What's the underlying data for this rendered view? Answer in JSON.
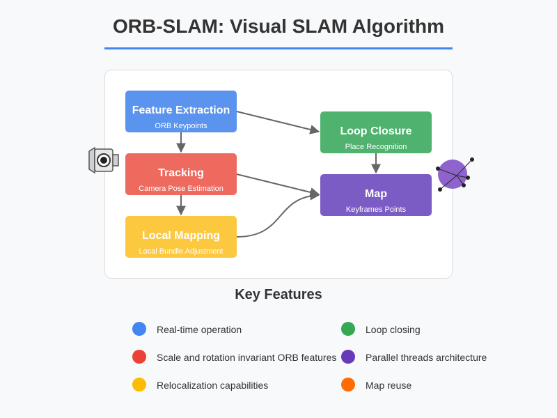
{
  "title": "ORB-SLAM: Visual SLAM Algorithm",
  "colors": {
    "accent": "#4285f4",
    "feature_extraction": "#5b94ee",
    "tracking": "#ee6a5f",
    "local_mapping": "#fbc840",
    "loop_closure": "#4fb26f",
    "map": "#7a5cc4"
  },
  "diagram": {
    "camera_icon": "camera-icon",
    "map_icon": "map-graph-icon",
    "nodes": {
      "feature_extraction": {
        "title": "Feature Extraction",
        "subtitle": "ORB Keypoints"
      },
      "tracking": {
        "title": "Tracking",
        "subtitle": "Camera Pose Estimation"
      },
      "local_mapping": {
        "title": "Local Mapping",
        "subtitle": "Local Bundle Adjustment"
      },
      "loop_closure": {
        "title": "Loop Closure",
        "subtitle": "Place Recognition"
      },
      "map": {
        "title": "Map",
        "subtitle": "Keyframes Points"
      }
    },
    "edges": [
      {
        "from": "feature_extraction",
        "to": "tracking"
      },
      {
        "from": "tracking",
        "to": "local_mapping"
      },
      {
        "from": "feature_extraction",
        "to": "loop_closure"
      },
      {
        "from": "loop_closure",
        "to": "map"
      },
      {
        "from": "tracking",
        "to": "map"
      },
      {
        "from": "local_mapping",
        "to": "map"
      }
    ]
  },
  "key_features": {
    "heading": "Key Features",
    "items": [
      {
        "label": "Real-time operation",
        "color": "#4285f4"
      },
      {
        "label": "Scale and rotation invariant ORB features",
        "color": "#ea4335"
      },
      {
        "label": "Relocalization capabilities",
        "color": "#fbbc05"
      },
      {
        "label": "Loop closing",
        "color": "#34a853"
      },
      {
        "label": "Parallel threads architecture",
        "color": "#673ab7"
      },
      {
        "label": "Map reuse",
        "color": "#ff6d00"
      }
    ]
  }
}
